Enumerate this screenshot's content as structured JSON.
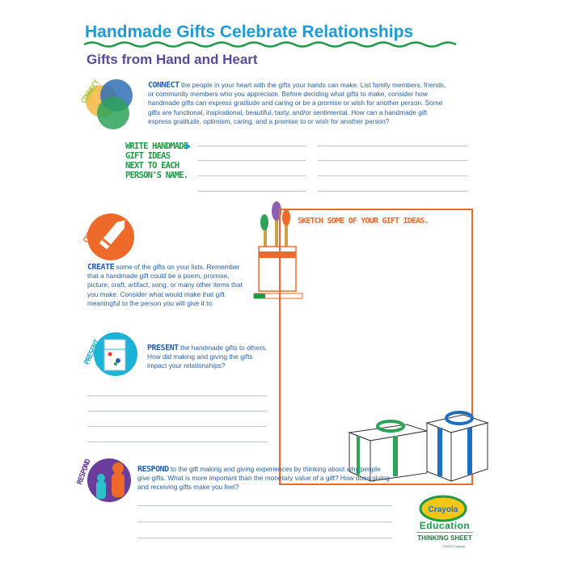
{
  "header": {
    "title": "Handmade Gifts Celebrate  Relationships",
    "subtitle": "Gifts from Hand and Heart"
  },
  "connect": {
    "label": "CONNECT",
    "keyword": "CONNECT",
    "text": " the people in your heart with the gifts your hands can make. List family members, friends, or community members who you appreciate. Before deciding what gifts to make, consider how handmade gifts can express gratitude and caring or be a promise or wish for another person.  Some gifts are functional, inspirational, beautiful, tasty, and/or sentimental. How can a handmade gift express gratitude, optimism, caring, and a promise to or wish for another person?",
    "prompt": [
      "WRITE HANDMADE",
      "GIFT IDEAS",
      "NEXT TO EACH",
      "PERSON'S NAME."
    ]
  },
  "create": {
    "label": "CREATE",
    "keyword": "CREATE",
    "text": " some of the gifts on your lists. Remember that a handmade gift could be a poem, promise, picture, craft, artifact, song, or many other items that you make. Consider what would make that gift meaningful to the person you will give it to."
  },
  "sketch": {
    "label": "SKETCH SOME OF YOUR GIFT IDEAS."
  },
  "present": {
    "label": "PRESENT",
    "keyword": "PRESENT",
    "text": " the handmade gifts to others. How did making and giving the gifts impact your relationships?"
  },
  "respond": {
    "label": "RESPOND",
    "keyword": "RESPOND",
    "text": " to the gift making and giving experiences by thinking about why people give gifts. What is more important than the monetary value of a gift? How does giving and receiving gifts make you feel?"
  },
  "footer": {
    "logo": "Crayola",
    "education": "Education",
    "sheet": "THINKING SHEET",
    "copyright": "©2020 Crayola"
  },
  "colors": {
    "title": "#1d9bd7",
    "subtitle": "#5a4a9c",
    "body": "#2761a8",
    "green": "#1f9b48",
    "orange": "#ee6a2a"
  }
}
